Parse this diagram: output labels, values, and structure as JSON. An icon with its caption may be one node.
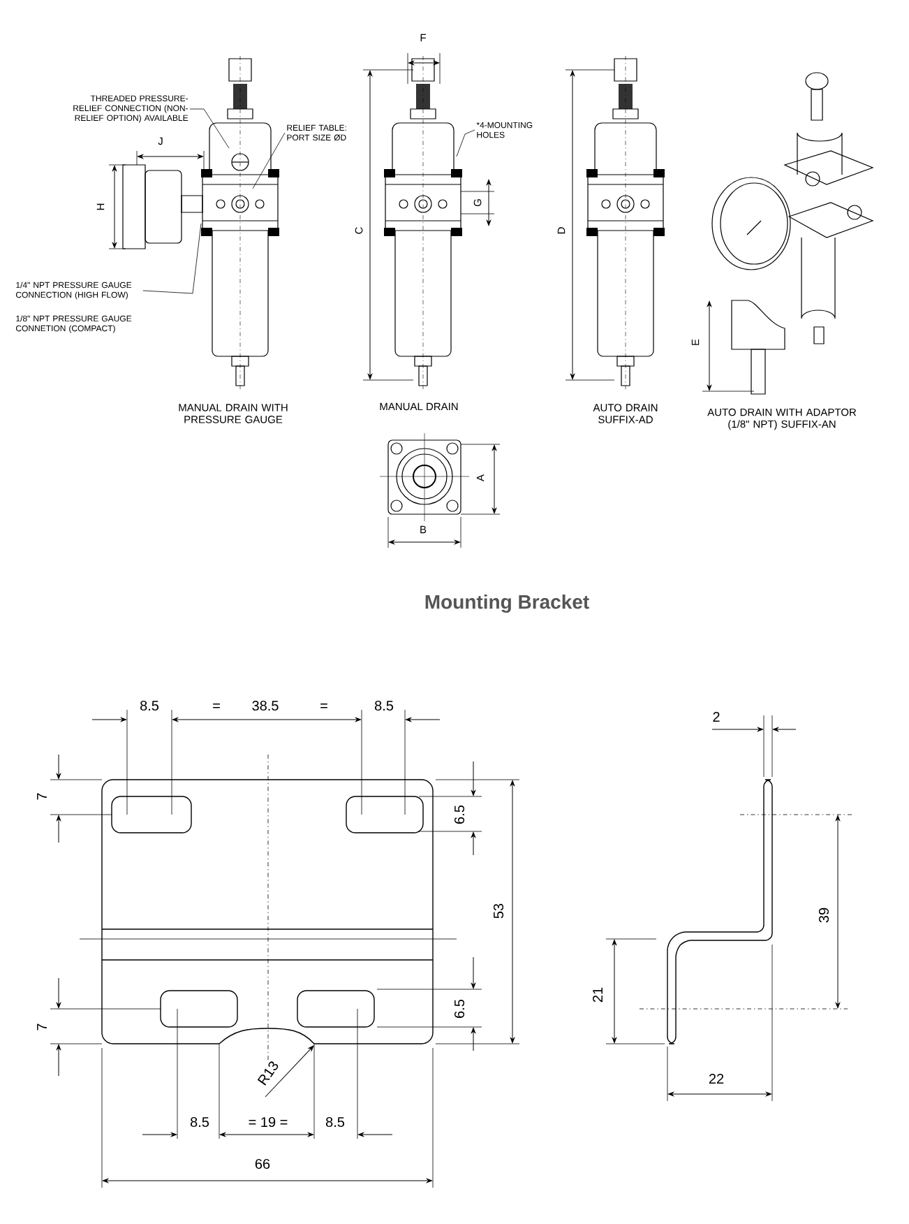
{
  "diagram": {
    "title": "Mounting Bracket",
    "nodes": [
      {
        "text": [
          "THREADED PRESSURE-RELIEF CONNECTION (NON-RELIEF OPTION) AVAILABLE"
        ]
      },
      {
        "text": [
          "RELIEF TABLE: PORT SIZE ØD"
        ]
      },
      {
        "text": [
          "1/4\" NPT PRESSURE GAUGE CONNECTION (HIGH FLOW)"
        ]
      },
      {
        "text": [
          "*4-MOUNTING HOLES"
        ]
      }
    ],
    "edges": [
      {
        "from": 0,
        "to": null,
        "arrow": "none"
      },
      {
        "from": 1,
        "to": null,
        "arrow": "none"
      },
      {
        "from": 2,
        "to": null,
        "arrow": "none"
      },
      {
        "from": 3,
        "to": null,
        "arrow": "none"
      }
    ],
    "labels": [
      "F",
      "J",
      "H",
      "C",
      "G",
      "D",
      "1/8\" NPT PRESSURE GAUGE CONNETION (COMPACT)",
      "E",
      "MANUAL DRAIN WITH PRESSURE GAUGE",
      "MANUAL DRAIN",
      "AUTO DRAIN SUFFIX-AD",
      "AUTO DRAIN WITH ADAPTOR (1/8\" NPT) SUFFIX-AN",
      "A",
      "B",
      "8.5",
      "=",
      "38.5",
      "=",
      "8.5",
      "2",
      "7",
      "6.5",
      "53",
      "39",
      "21",
      "6.5",
      "7",
      "R13",
      "8.5",
      "= 19 =",
      "8.5",
      "22",
      "66"
    ]
  }
}
